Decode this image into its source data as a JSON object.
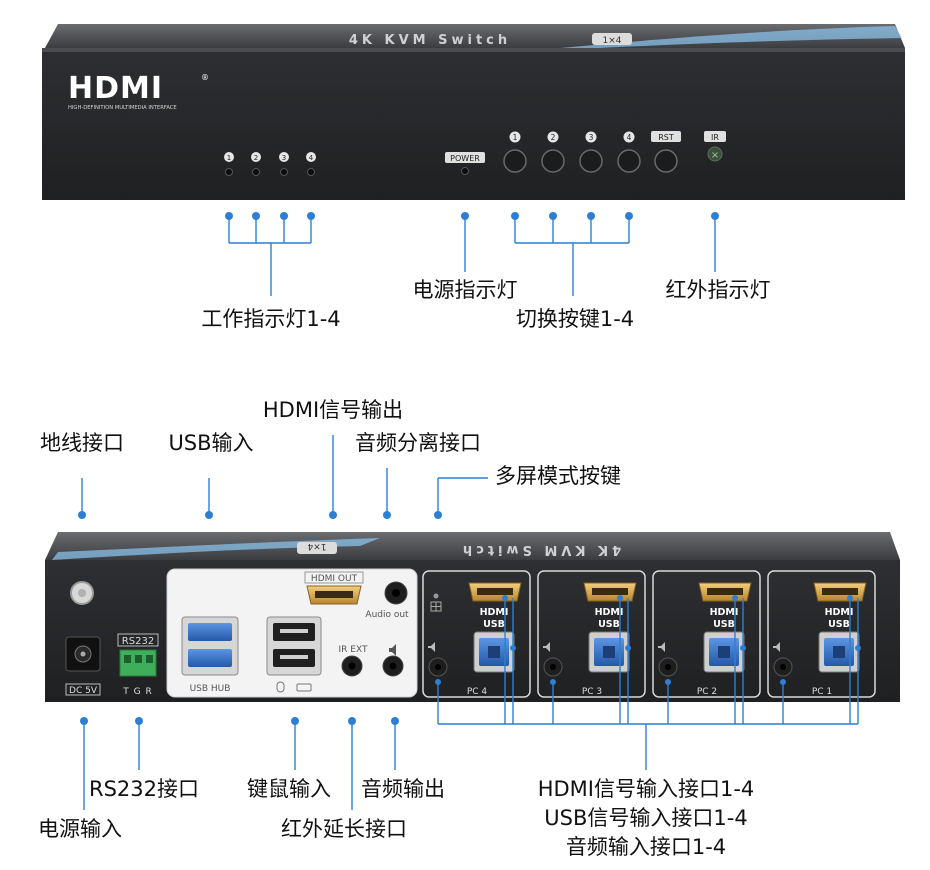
{
  "front": {
    "top_text": "4K KVM Switch",
    "badge": "1×4",
    "brand": "HDMI",
    "brand_symbol": "®",
    "brand_sub": "HIGH-DEFINITION MULTIMEDIA INTERFACE",
    "led_numbers": [
      "1",
      "2",
      "3",
      "4"
    ],
    "power_label": "POWER",
    "button_numbers": [
      "1",
      "2",
      "3",
      "4"
    ],
    "rst_label": "RST",
    "ir_label": "IR",
    "ir_symbol": "×"
  },
  "front_callouts": {
    "work_leds": "工作指示灯1-4",
    "power_led": "电源指示灯",
    "switch_buttons": "切换按键1-4",
    "ir_led": "红外指示灯"
  },
  "rear": {
    "top_text": "4K KVM Switch",
    "badge": "1×4",
    "dc_label": "DC 5V",
    "rs232_label": "RS232",
    "rs232_pins": "T  G  R",
    "usb_hub_label": "USB HUB",
    "hdmi_out_label": "HDMI OUT",
    "audio_out_label": "Audio out",
    "ir_ext_label": "IR EXT",
    "pc_ports": [
      {
        "label": "PC 4",
        "hdmi": "HDMI",
        "usb": "USB"
      },
      {
        "label": "PC 3",
        "hdmi": "HDMI",
        "usb": "USB"
      },
      {
        "label": "PC 2",
        "hdmi": "HDMI",
        "usb": "USB"
      },
      {
        "label": "PC 1",
        "hdmi": "HDMI",
        "usb": "USB"
      }
    ]
  },
  "rear_callouts": {
    "hdmi_out": "HDMI信号输出",
    "ground": "地线接口",
    "usb_in": "USB输入",
    "audio_split": "音频分离接口",
    "multiscreen": "多屏模式按键",
    "rs232": "RS232接口",
    "kbm_in": "键鼠输入",
    "audio_out": "音频输出",
    "power_in": "电源输入",
    "ir_ext": "红外延长接口",
    "ports_line1": "HDMI信号输入接口1-4",
    "ports_line2": "USB信号输入接口1-4",
    "ports_line3": "音频输入接口1-4"
  },
  "colors": {
    "chassis": "#3a3b3e",
    "panel": "#262729",
    "callout": "#2e7fd3",
    "gold": "#d9a54a",
    "usb_blue": "#2f6fc9",
    "rs232_green": "#3fae5a"
  }
}
